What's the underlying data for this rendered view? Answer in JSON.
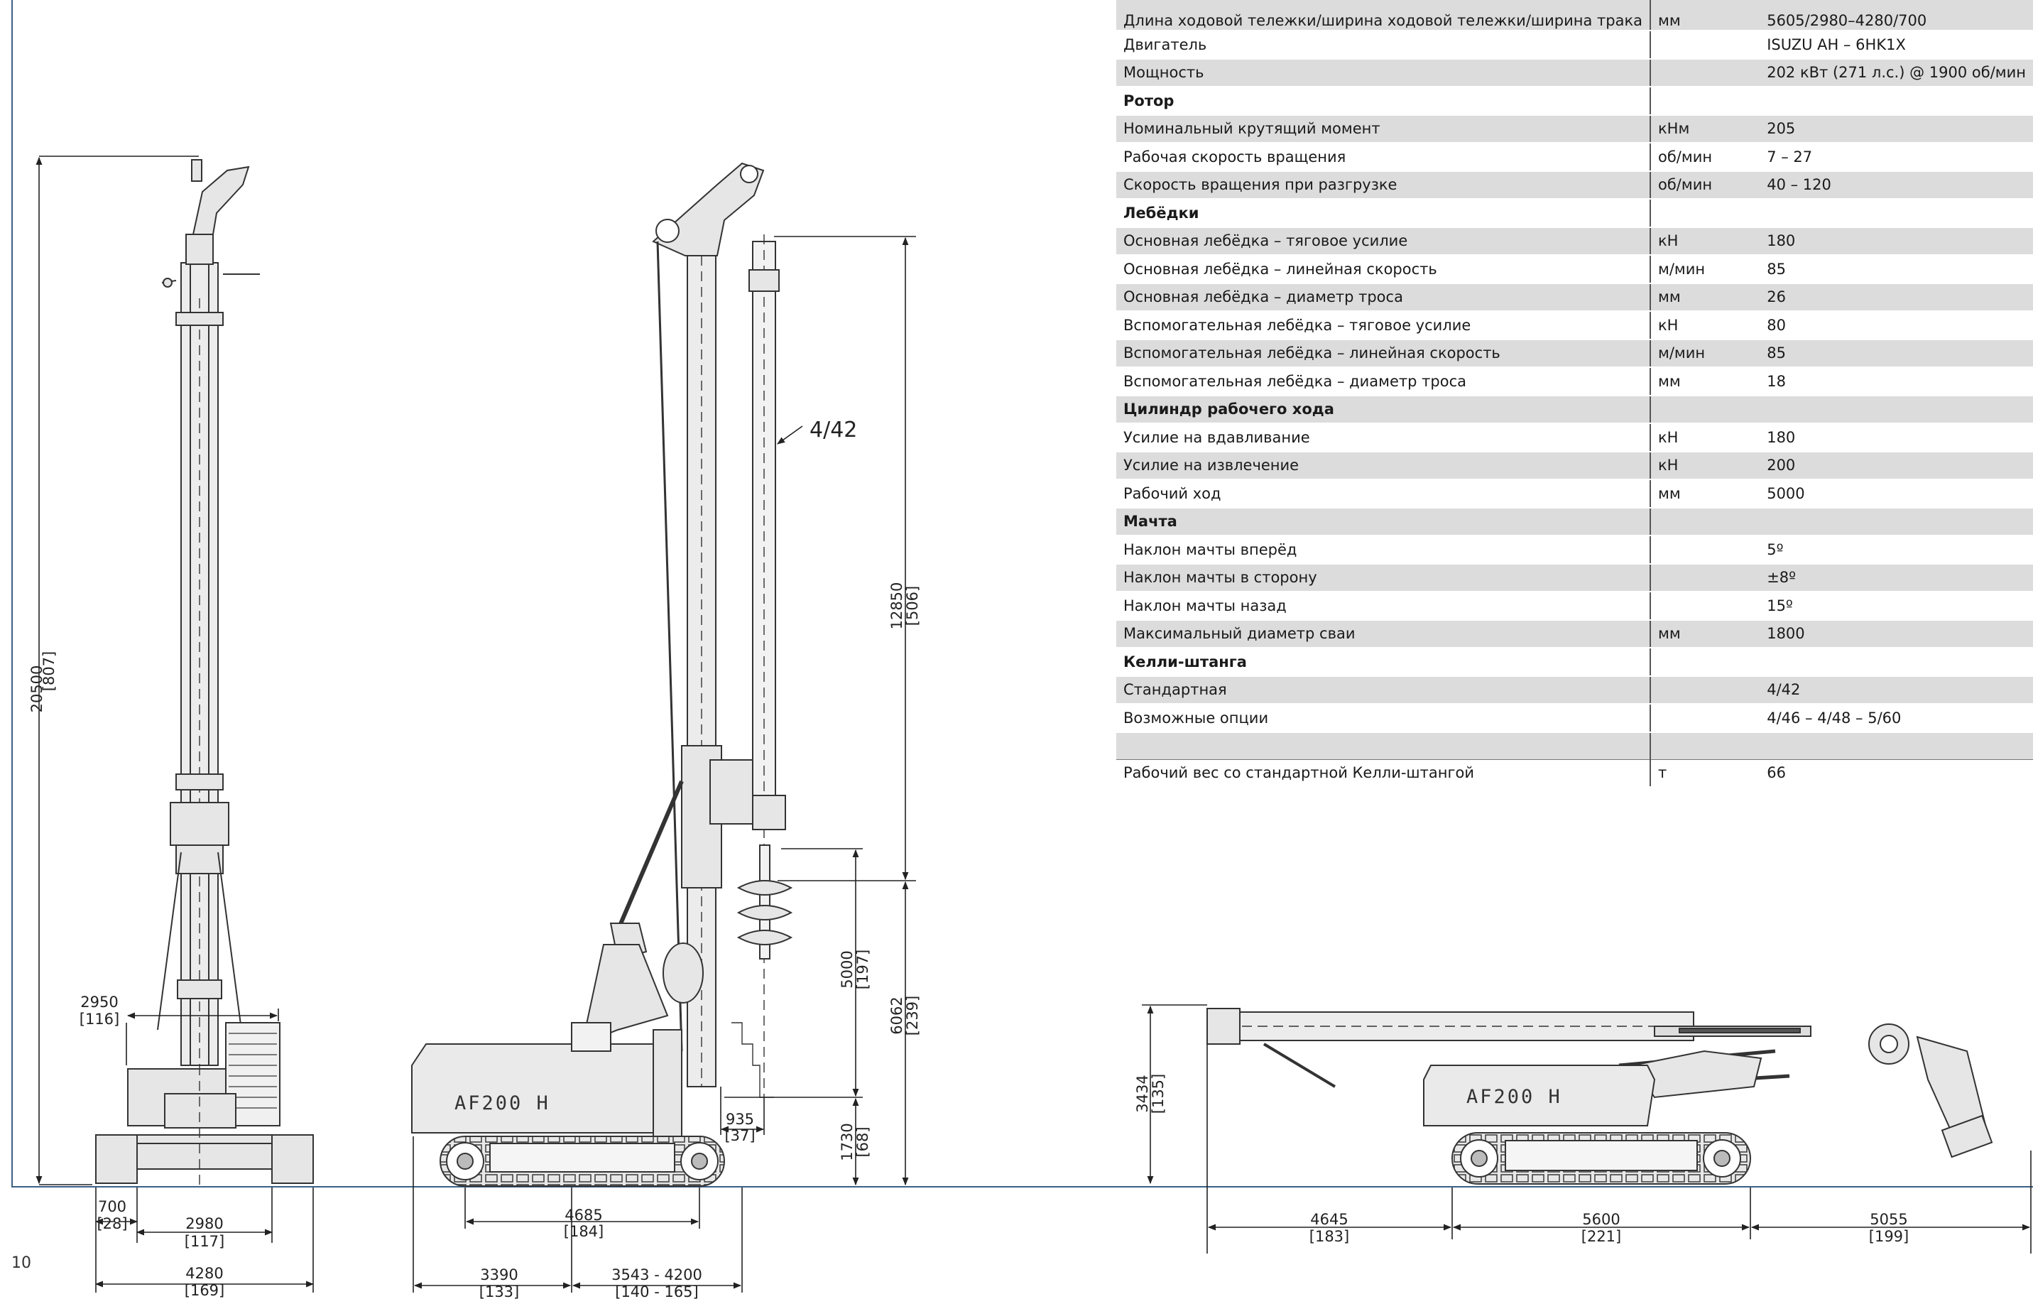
{
  "page_number": "10",
  "spec_table": {
    "rows": [
      {
        "type": "data",
        "label": "Длина ходовой тележки/ширина ходовой тележки/ширина трака",
        "unit": "мм",
        "value": "5605/2980–4280/700"
      },
      {
        "type": "data",
        "label": "Двигатель",
        "unit": "",
        "value": "ISUZU AH – 6HK1X"
      },
      {
        "type": "data",
        "label": "Мощность",
        "unit": "",
        "value": "202 кВт (271 л.с.) @ 1900 об/мин"
      },
      {
        "type": "head",
        "label": "Ротор",
        "unit": "",
        "value": ""
      },
      {
        "type": "data",
        "label": "Номинальный крутящий момент",
        "unit": "кНм",
        "value": "205"
      },
      {
        "type": "data",
        "label": "Рабочая скорость вращения",
        "unit": "об/мин",
        "value": "7 – 27"
      },
      {
        "type": "data",
        "label": "Скорость вращения при разгрузке",
        "unit": "об/мин",
        "value": "40 – 120"
      },
      {
        "type": "head",
        "label": "Лебёдки",
        "unit": "",
        "value": ""
      },
      {
        "type": "data",
        "label": "Основная лебёдка – тяговое усилие",
        "unit": "кН",
        "value": "180"
      },
      {
        "type": "data",
        "label": "Основная лебёдка – линейная скорость",
        "unit": "м/мин",
        "value": "85"
      },
      {
        "type": "data",
        "label": "Основная лебёдка – диаметр троса",
        "unit": "мм",
        "value": "26"
      },
      {
        "type": "data",
        "label": "Вспомогательная лебёдка – тяговое усилие",
        "unit": "кН",
        "value": "80"
      },
      {
        "type": "data",
        "label": "Вспомогательная лебёдка – линейная скорость",
        "unit": "м/мин",
        "value": "85"
      },
      {
        "type": "data",
        "label": "Вспомогательная лебёдка – диаметр троса",
        "unit": "мм",
        "value": "18"
      },
      {
        "type": "head",
        "label": "Цилиндр рабочего хода",
        "unit": "",
        "value": ""
      },
      {
        "type": "data",
        "label": "Усилие на вдавливание",
        "unit": "кН",
        "value": "180"
      },
      {
        "type": "data",
        "label": "Усилие на извлечение",
        "unit": "кН",
        "value": "200"
      },
      {
        "type": "data",
        "label": "Рабочий ход",
        "unit": "мм",
        "value": "5000"
      },
      {
        "type": "head",
        "label": "Мачта",
        "unit": "",
        "value": ""
      },
      {
        "type": "data",
        "label": "Наклон мачты вперёд",
        "unit": "",
        "value": "5º"
      },
      {
        "type": "data",
        "label": "Наклон мачты в сторону",
        "unit": "",
        "value": "±8º"
      },
      {
        "type": "data",
        "label": "Наклон мачты назад",
        "unit": "",
        "value": "15º"
      },
      {
        "type": "data",
        "label": "Максимальный диаметр сваи",
        "unit": "мм",
        "value": "1800"
      },
      {
        "type": "head",
        "label": "Келли-штанга",
        "unit": "",
        "value": ""
      },
      {
        "type": "data",
        "label": "Стандартная",
        "unit": "",
        "value": "4/42"
      },
      {
        "type": "data",
        "label": "Возможные опции",
        "unit": "",
        "value": "4/46 – 4/48 – 5/60"
      },
      {
        "type": "blank",
        "label": "",
        "unit": "",
        "value": ""
      },
      {
        "type": "data",
        "label": "Рабочий вес со стандартной Келли-штангой",
        "unit": "т",
        "value": "66"
      }
    ]
  },
  "drawings": {
    "model_label": "AF200  H",
    "kelly_callout": "4/42",
    "front_view": {
      "height_total": "20500",
      "height_total_in": "[807]",
      "cab_width": "2950",
      "cab_width_in": "[116]",
      "track_width": "700",
      "track_width_in": "[28]",
      "gauge_min": "2980",
      "gauge_min_in": "[117]",
      "gauge_max": "4280",
      "gauge_max_in": "[169]"
    },
    "side_view": {
      "mast_above": "12850",
      "mast_above_in": "[506]",
      "stroke": "5000",
      "stroke_in": "[197]",
      "ground_to_rotary": "6062",
      "ground_to_rotary_in": "[239]",
      "rotary_offset": "935",
      "rotary_offset_in": "[37]",
      "ground_clear": "1730",
      "ground_clear_in": "[68]",
      "track_length": "4685",
      "track_length_in": "[184]",
      "rear_radius": "3390",
      "rear_radius_in": "[133]",
      "working_radius": "3543 - 4200",
      "working_radius_in": "[140 - 165]"
    },
    "transport_view": {
      "height": "3434",
      "height_in": "[135]",
      "rear": "4645",
      "rear_in": "[183]",
      "middle": "5600",
      "middle_in": "[221]",
      "front": "5055",
      "front_in": "[199]"
    }
  }
}
